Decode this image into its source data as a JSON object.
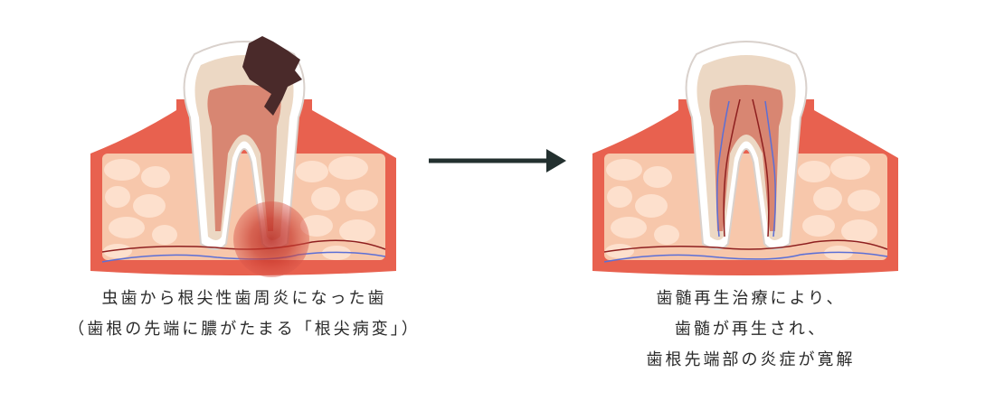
{
  "arrow_color": "#23302f",
  "colors": {
    "gum": "#e8614f",
    "bone": "#f7c7ab",
    "bone_cell": "#fde0cd",
    "enamel": "#ffffff",
    "dentin": "#ecd8c4",
    "pulp": "#d88672",
    "decay": "#4a2a2a",
    "lesion": "#c0302a",
    "nerve": "#5b6fd6",
    "vessel": "#8e1f1f"
  },
  "left_caption": {
    "line1": "虫歯から根尖性歯周炎になった歯",
    "line2": "（歯根の先端に膿がたまる「根尖病変」）"
  },
  "right_caption": {
    "line1": "歯髄再生治療により、",
    "line2": "歯髄が再生され、",
    "line3": "歯根先端部の炎症が寛解"
  }
}
